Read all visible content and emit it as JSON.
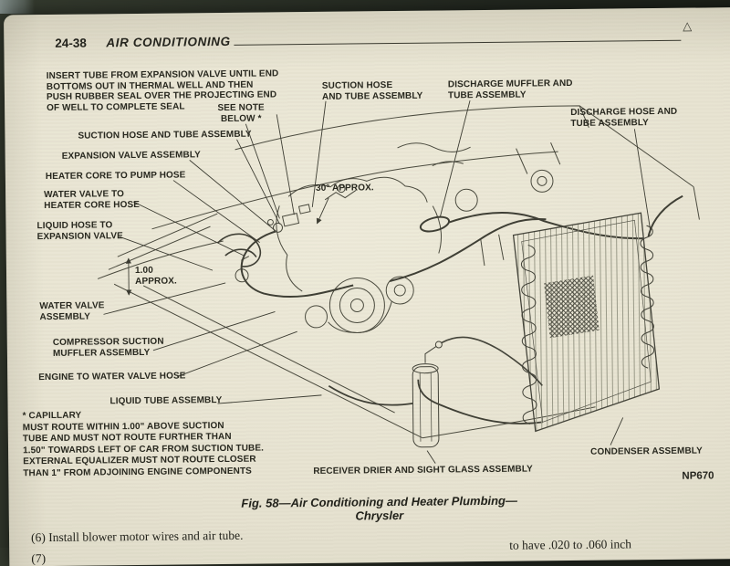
{
  "header": {
    "page_number": "24-38",
    "section_title": "AIR CONDITIONING",
    "corner_mark": "△"
  },
  "callouts": [
    {
      "id": "insert-tube-note",
      "text": "INSERT TUBE FROM EXPANSION VALVE UNTIL END\nBOTTOMS OUT IN THERMAL WELL AND THEN\nPUSH RUBBER SEAL OVER THE PROJECTING END\nOF WELL TO COMPLETE SEAL"
    },
    {
      "id": "see-note",
      "text": "SEE NOTE\nBELOW *"
    },
    {
      "id": "suction-hose-top",
      "text": "SUCTION HOSE\nAND TUBE ASSEMBLY"
    },
    {
      "id": "discharge-muffler",
      "text": "DISCHARGE MUFFLER AND\nTUBE ASSEMBLY"
    },
    {
      "id": "discharge-hose",
      "text": "DISCHARGE HOSE AND\nTUBE ASSEMBLY"
    },
    {
      "id": "suction-hose-left",
      "text": "SUCTION HOSE AND TUBE ASSEMBLY"
    },
    {
      "id": "expansion-valve",
      "text": "EXPANSION VALVE ASSEMBLY"
    },
    {
      "id": "heater-core-pump-hose",
      "text": "HEATER CORE TO PUMP HOSE"
    },
    {
      "id": "water-valve-heater-hose",
      "text": "WATER VALVE TO\nHEATER CORE HOSE"
    },
    {
      "id": "liquid-hose-expansion",
      "text": "LIQUID HOSE TO\nEXPANSION VALVE"
    },
    {
      "id": "angle-30",
      "text": "30° APPROX."
    },
    {
      "id": "dim-100",
      "text": "1.00\nAPPROX."
    },
    {
      "id": "water-valve-assembly",
      "text": "WATER VALVE\nASSEMBLY"
    },
    {
      "id": "compressor-suction-muffler",
      "text": "COMPRESSOR SUCTION\nMUFFLER ASSEMBLY"
    },
    {
      "id": "engine-water-valve-hose",
      "text": "ENGINE TO WATER VALVE HOSE"
    },
    {
      "id": "liquid-tube",
      "text": "LIQUID TUBE ASSEMBLY"
    },
    {
      "id": "capillary-note",
      "text": "* CAPILLARY\nMUST ROUTE WITHIN 1.00\" ABOVE SUCTION\nTUBE AND MUST NOT ROUTE FURTHER THAN\n1.50\" TOWARDS LEFT OF CAR FROM SUCTION TUBE.\nEXTERNAL EQUALIZER MUST NOT ROUTE CLOSER\nTHAN 1\" FROM ADJOINING ENGINE COMPONENTS"
    },
    {
      "id": "receiver-drier",
      "text": "RECEIVER DRIER AND SIGHT GLASS ASSEMBLY"
    },
    {
      "id": "condenser",
      "text": "CONDENSER ASSEMBLY"
    }
  ],
  "figure": {
    "photo_code": "NP670",
    "caption_line1": "Fig. 58—Air Conditioning and Heater Plumbing—",
    "caption_line2": "Chrysler"
  },
  "body_text": {
    "line1": "(6) Install blower motor wires and air tube.",
    "line2": "(7)",
    "right_fragment": "to have .020 to .060 inch"
  }
}
